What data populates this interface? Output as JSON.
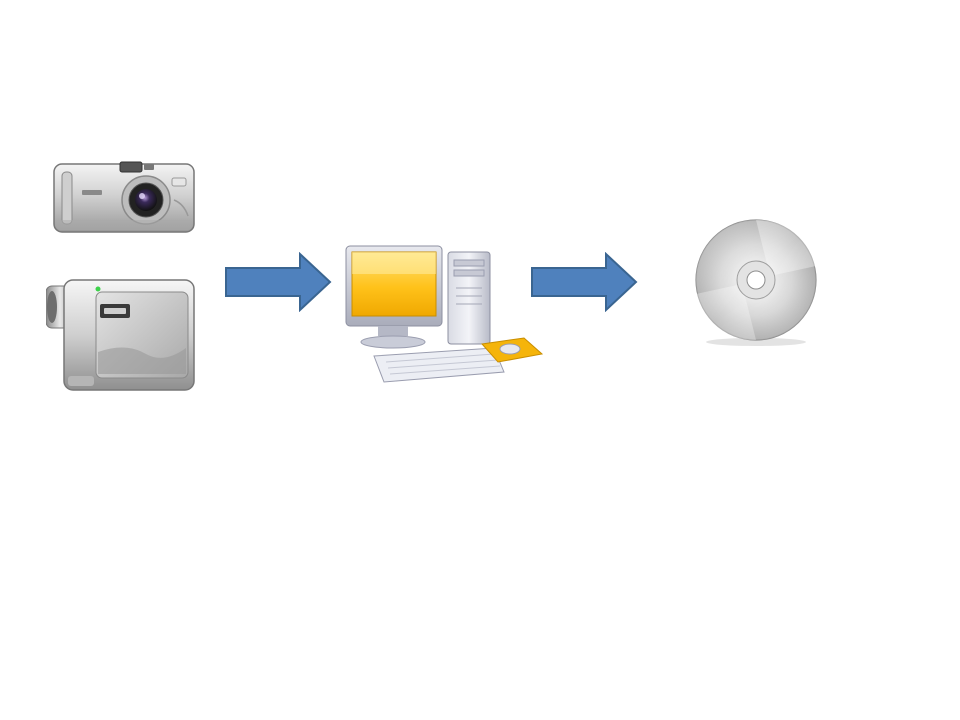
{
  "slide": {
    "background": "#ffffff"
  },
  "diagram": {
    "flow": [
      "digital-camera",
      "video-camera",
      "computer",
      "optical-disc"
    ],
    "icons": {
      "camera": "digital-camera-icon",
      "camcorder": "video-camera-icon",
      "computer": "desktop-computer-icon",
      "disc": "optical-disc-icon"
    },
    "arrow_color": "#4f81bd",
    "arrow_stroke": "#3a6591"
  }
}
